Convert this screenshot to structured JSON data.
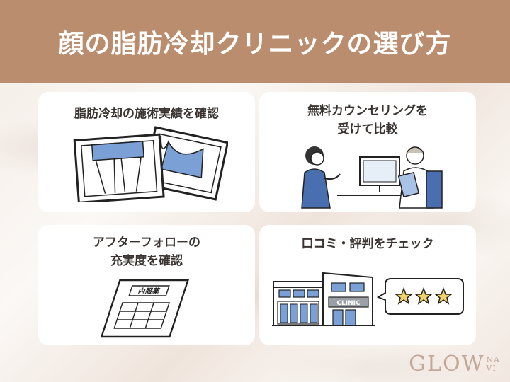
{
  "header": {
    "title": "顔の脂肪冷却クリニックの選び方"
  },
  "cards": [
    {
      "lines": [
        "脂肪冷却の施術実績を確認"
      ]
    },
    {
      "lines": [
        "無料カウンセリングを",
        "受けて比較"
      ]
    },
    {
      "lines": [
        "アフターフォローの",
        "充実度を確認"
      ]
    },
    {
      "lines": [
        "口コミ・評判をチェック"
      ]
    }
  ],
  "illustrations": {
    "document_label": "内服薬",
    "clinic_sign": "CLINIC",
    "rating_stars": 3
  },
  "logo": {
    "main": "GLOW",
    "sub_top": "NA",
    "sub_bottom": "VI"
  },
  "colors": {
    "header": "#b98d6e",
    "accent_blue": "#7aa0d6",
    "star": "#f2d36b"
  }
}
